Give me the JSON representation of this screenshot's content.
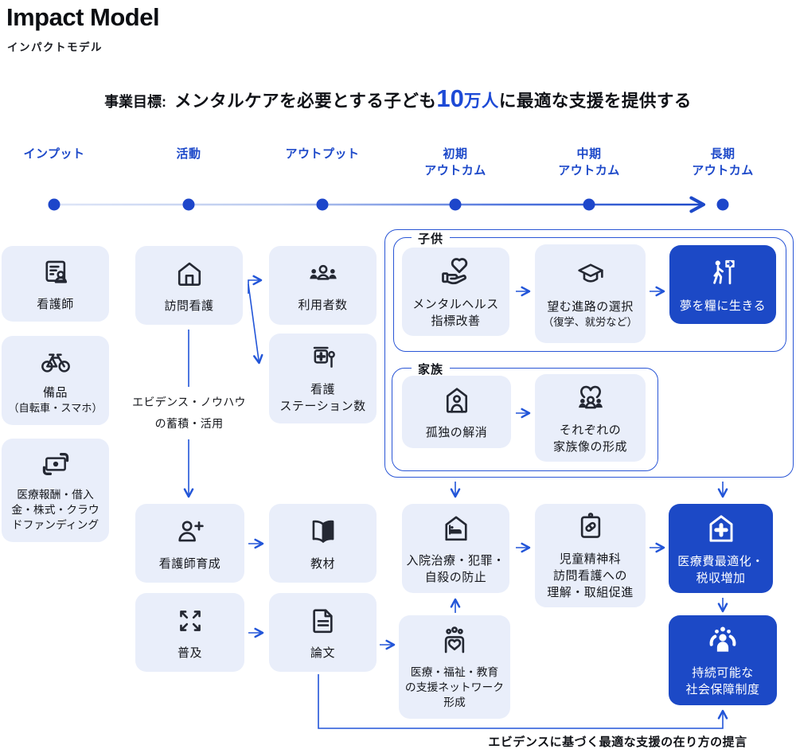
{
  "title": "Impact Model",
  "subtitle": "インパクトモデル",
  "goal": {
    "prefix": "事業目標:",
    "text_before": "メンタルケアを必要とする子ども",
    "highlight_number": "10",
    "highlight_unit": "万人",
    "text_after": "に最適な支援を提供する"
  },
  "stages": [
    {
      "line1": "インプット",
      "line2": ""
    },
    {
      "line1": "活動",
      "line2": ""
    },
    {
      "line1": "アウトプット",
      "line2": ""
    },
    {
      "line1": "初期",
      "line2": "アウトカム"
    },
    {
      "line1": "中期",
      "line2": "アウトカム"
    },
    {
      "line1": "長期",
      "line2": "アウトカム"
    }
  ],
  "groups": {
    "children": {
      "label": "子供"
    },
    "family": {
      "label": "家族"
    }
  },
  "nodes": {
    "nurses": {
      "label": "看護師",
      "icon": "id-card"
    },
    "equipment": {
      "label": "備品",
      "sub": "（自転車・スマホ）",
      "icon": "bicycle"
    },
    "funding": {
      "label": "医療報酬・借入",
      "label2": "金・株式・クラウ",
      "label3": "ドファンディング",
      "icon": "banknote"
    },
    "home_visit": {
      "label": "訪問看護",
      "icon": "house"
    },
    "nurse_training": {
      "label": "看護師育成",
      "icon": "person-plus"
    },
    "dissemination": {
      "label": "普及",
      "icon": "expand-arrows"
    },
    "users_count": {
      "label": "利用者数",
      "icon": "users"
    },
    "stations_count": {
      "label": "看護",
      "label2": "ステーション数",
      "icon": "clinic-sign"
    },
    "materials": {
      "label": "教材",
      "icon": "open-book"
    },
    "papers": {
      "label": "論文",
      "icon": "document"
    },
    "mental_health": {
      "label": "メンタルヘルス",
      "label2": "指標改善",
      "icon": "hand-heart"
    },
    "career_choice": {
      "label": "望む進路の選択",
      "sub": "（復学、就労など）",
      "icon": "graduation-cap"
    },
    "live_dream": {
      "label": "夢を糧に生きる",
      "icon": "walking-signpost"
    },
    "loneliness": {
      "label": "孤独の解消",
      "icon": "house-person"
    },
    "family_vision": {
      "label": "それぞれの",
      "label2": "家族像の形成",
      "icon": "family-heart"
    },
    "prevention": {
      "label": "入院治療・犯罪・",
      "label2": "自殺の防止",
      "icon": "hospital-bed"
    },
    "understanding": {
      "label": "児童精神科",
      "label2": "訪問看護への",
      "label3": "理解・取組促進",
      "icon": "medicine-clipboard"
    },
    "medical_cost": {
      "label": "医療費最適化・",
      "label2": "税収増加",
      "icon": "house-plus"
    },
    "social_security": {
      "label": "持続可能な",
      "label2": "社会保障制度",
      "icon": "community"
    },
    "network": {
      "label": "医療・福祉・教育",
      "label2": "の支援ネットワーク",
      "label3": "形成",
      "icon": "support-network"
    }
  },
  "annotations": {
    "evidence_knowhow_line1": "エビデンス・ノウハウ",
    "evidence_knowhow_line2": "の蓄積・活用",
    "bottom_caption": "エビデンスに基づく最適な支援の在り方の提言"
  },
  "colors": {
    "accent": "#1d49c9",
    "box_light": "#e9eefa",
    "box_dark": "#1c49c6",
    "arrow": "#2255d8",
    "highlight_text": "#1d4ad6",
    "timeline_start": "#dfe6f7"
  }
}
